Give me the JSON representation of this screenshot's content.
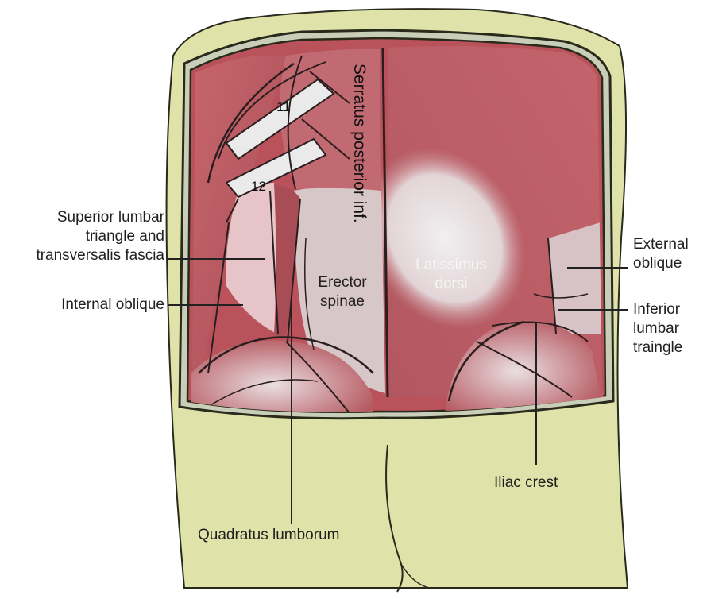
{
  "labels": {
    "superior_lumbar": [
      "Superior lumbar",
      "triangle and",
      "transversalis fascia"
    ],
    "internal_oblique": "Internal oblique",
    "external_oblique": [
      "External",
      "oblique"
    ],
    "inferior_lumbar": [
      "Inferior",
      "lumbar",
      "traingle"
    ],
    "iliac_crest": "Iliac crest",
    "quadratus_lumborum": "Quadratus lumborum",
    "erector_spinae": [
      "Erector",
      "spinae"
    ],
    "latissimus_dorsi": [
      "Latissimus",
      "dorsi"
    ],
    "serratus": "Serratus posterior inf.",
    "rib_11": "11",
    "rib_12": "12"
  },
  "colors": {
    "skin": "#dfe3a9",
    "skin_outline": "#2a2a1c",
    "muscle": "#bb5a60",
    "muscle_light": "#e9d4d6",
    "fascia": "#e6e6e6",
    "leader_line": "#222222"
  }
}
